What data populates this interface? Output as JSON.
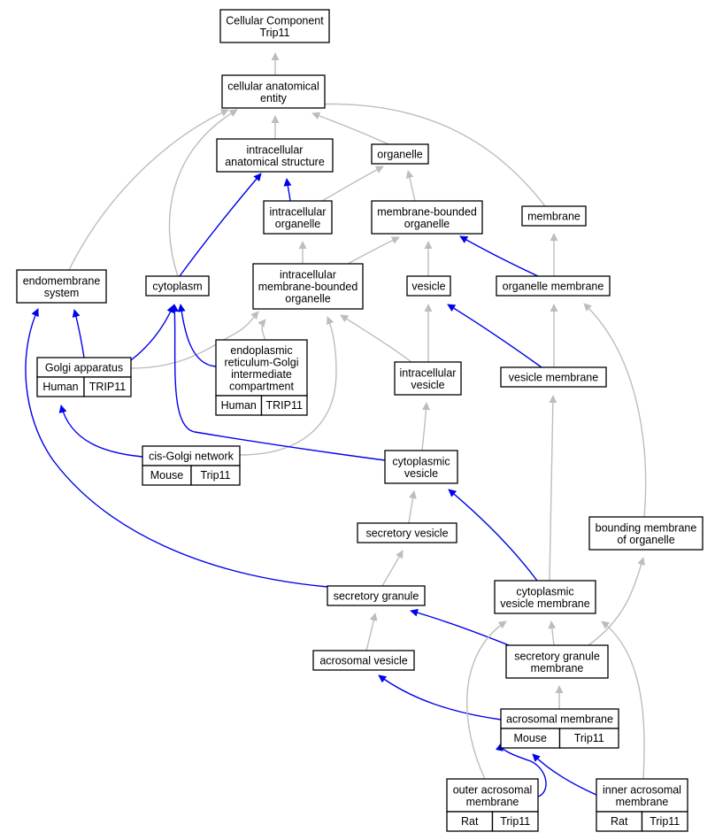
{
  "diagram": {
    "colors": {
      "is_a_edge": "#bdbdbd",
      "part_of_edge": "#0000ee",
      "human": "#ff6347",
      "mouse": "#add8e6",
      "rat": "#ffd700"
    },
    "nodes": [
      {
        "id": "root",
        "lines": [
          "Cellular Component",
          "Trip11"
        ]
      },
      {
        "id": "cae",
        "lines": [
          "cellular anatomical",
          "entity"
        ]
      },
      {
        "id": "ias",
        "lines": [
          "intracellular",
          "anatomical structure"
        ]
      },
      {
        "id": "organelle",
        "lines": [
          "organelle"
        ]
      },
      {
        "id": "io",
        "lines": [
          "intracellular",
          "organelle"
        ]
      },
      {
        "id": "mbo",
        "lines": [
          "membrane-bounded",
          "organelle"
        ]
      },
      {
        "id": "membrane",
        "lines": [
          "membrane"
        ]
      },
      {
        "id": "endo",
        "lines": [
          "endomembrane",
          "system"
        ]
      },
      {
        "id": "cyto",
        "lines": [
          "cytoplasm"
        ]
      },
      {
        "id": "imbo",
        "lines": [
          "intracellular",
          "membrane-bounded",
          "organelle"
        ]
      },
      {
        "id": "vesicle",
        "lines": [
          "vesicle"
        ]
      },
      {
        "id": "om",
        "lines": [
          "organelle membrane"
        ]
      },
      {
        "id": "golgi",
        "lines": [
          "Golgi apparatus"
        ],
        "annotation": {
          "species": "Human",
          "gene": "TRIP11",
          "color": "human"
        }
      },
      {
        "id": "ergic",
        "lines": [
          "endoplasmic",
          "reticulum-Golgi",
          "intermediate",
          "compartment"
        ],
        "annotation": {
          "species": "Human",
          "gene": "TRIP11",
          "color": "human"
        }
      },
      {
        "id": "iv",
        "lines": [
          "intracellular",
          "vesicle"
        ]
      },
      {
        "id": "vm",
        "lines": [
          "vesicle membrane"
        ]
      },
      {
        "id": "cgn",
        "lines": [
          "cis-Golgi network"
        ],
        "annotation": {
          "species": "Mouse",
          "gene": "Trip11",
          "color": "mouse"
        }
      },
      {
        "id": "cv",
        "lines": [
          "cytoplasmic",
          "vesicle"
        ]
      },
      {
        "id": "sv",
        "lines": [
          "secretory vesicle"
        ]
      },
      {
        "id": "bmo",
        "lines": [
          "bounding membrane",
          "of organelle"
        ]
      },
      {
        "id": "sg",
        "lines": [
          "secretory granule"
        ]
      },
      {
        "id": "cvm",
        "lines": [
          "cytoplasmic",
          "vesicle membrane"
        ]
      },
      {
        "id": "av",
        "lines": [
          "acrosomal vesicle"
        ]
      },
      {
        "id": "sgm",
        "lines": [
          "secretory granule",
          "membrane"
        ]
      },
      {
        "id": "am",
        "lines": [
          "acrosomal membrane"
        ],
        "annotation": {
          "species": "Mouse",
          "gene": "Trip11",
          "color": "mouse"
        }
      },
      {
        "id": "oam",
        "lines": [
          "outer acrosomal",
          "membrane"
        ],
        "annotation": {
          "species": "Rat",
          "gene": "Trip11",
          "color": "rat"
        }
      },
      {
        "id": "iam",
        "lines": [
          "inner acrosomal",
          "membrane"
        ],
        "annotation": {
          "species": "Rat",
          "gene": "Trip11",
          "color": "rat"
        }
      }
    ],
    "edges": [
      {
        "from": "cae",
        "to": "root",
        "kind": "is_a"
      },
      {
        "from": "ias",
        "to": "cae",
        "kind": "is_a"
      },
      {
        "from": "organelle",
        "to": "cae",
        "kind": "is_a"
      },
      {
        "from": "membrane",
        "to": "cae",
        "kind": "is_a"
      },
      {
        "from": "endo",
        "to": "cae",
        "kind": "is_a"
      },
      {
        "from": "cyto",
        "to": "cae",
        "kind": "is_a"
      },
      {
        "from": "io",
        "to": "organelle",
        "kind": "is_a"
      },
      {
        "from": "io",
        "to": "ias",
        "kind": "part_of"
      },
      {
        "from": "cyto",
        "to": "ias",
        "kind": "part_of"
      },
      {
        "from": "mbo",
        "to": "organelle",
        "kind": "is_a"
      },
      {
        "from": "imbo",
        "to": "io",
        "kind": "is_a"
      },
      {
        "from": "imbo",
        "to": "mbo",
        "kind": "is_a"
      },
      {
        "from": "vesicle",
        "to": "mbo",
        "kind": "is_a"
      },
      {
        "from": "om",
        "to": "membrane",
        "kind": "is_a"
      },
      {
        "from": "om",
        "to": "mbo",
        "kind": "part_of"
      },
      {
        "from": "golgi",
        "to": "endo",
        "kind": "part_of"
      },
      {
        "from": "golgi",
        "to": "cyto",
        "kind": "part_of"
      },
      {
        "from": "golgi",
        "to": "imbo",
        "kind": "is_a"
      },
      {
        "from": "ergic",
        "to": "cyto",
        "kind": "part_of"
      },
      {
        "from": "ergic",
        "to": "imbo",
        "kind": "is_a"
      },
      {
        "from": "iv",
        "to": "vesicle",
        "kind": "is_a"
      },
      {
        "from": "iv",
        "to": "imbo",
        "kind": "is_a"
      },
      {
        "from": "vm",
        "to": "om",
        "kind": "is_a"
      },
      {
        "from": "vm",
        "to": "vesicle",
        "kind": "part_of"
      },
      {
        "from": "cgn",
        "to": "golgi",
        "kind": "part_of"
      },
      {
        "from": "cgn",
        "to": "imbo",
        "kind": "is_a"
      },
      {
        "from": "cv",
        "to": "iv",
        "kind": "is_a"
      },
      {
        "from": "cv",
        "to": "cyto",
        "kind": "part_of"
      },
      {
        "from": "sv",
        "to": "cv",
        "kind": "is_a"
      },
      {
        "from": "sg",
        "to": "sv",
        "kind": "is_a"
      },
      {
        "from": "sg",
        "to": "endo",
        "kind": "part_of"
      },
      {
        "from": "cvm",
        "to": "vm",
        "kind": "is_a"
      },
      {
        "from": "cvm",
        "to": "cv",
        "kind": "part_of"
      },
      {
        "from": "bmo",
        "to": "om",
        "kind": "is_a"
      },
      {
        "from": "av",
        "to": "sg",
        "kind": "is_a"
      },
      {
        "from": "sgm",
        "to": "cvm",
        "kind": "is_a"
      },
      {
        "from": "sgm",
        "to": "bmo",
        "kind": "is_a"
      },
      {
        "from": "sgm",
        "to": "sg",
        "kind": "part_of"
      },
      {
        "from": "am",
        "to": "sgm",
        "kind": "is_a"
      },
      {
        "from": "am",
        "to": "av",
        "kind": "part_of"
      },
      {
        "from": "oam",
        "to": "cvm",
        "kind": "is_a"
      },
      {
        "from": "oam",
        "to": "am",
        "kind": "part_of"
      },
      {
        "from": "iam",
        "to": "cvm",
        "kind": "is_a"
      },
      {
        "from": "iam",
        "to": "am",
        "kind": "part_of"
      }
    ]
  }
}
